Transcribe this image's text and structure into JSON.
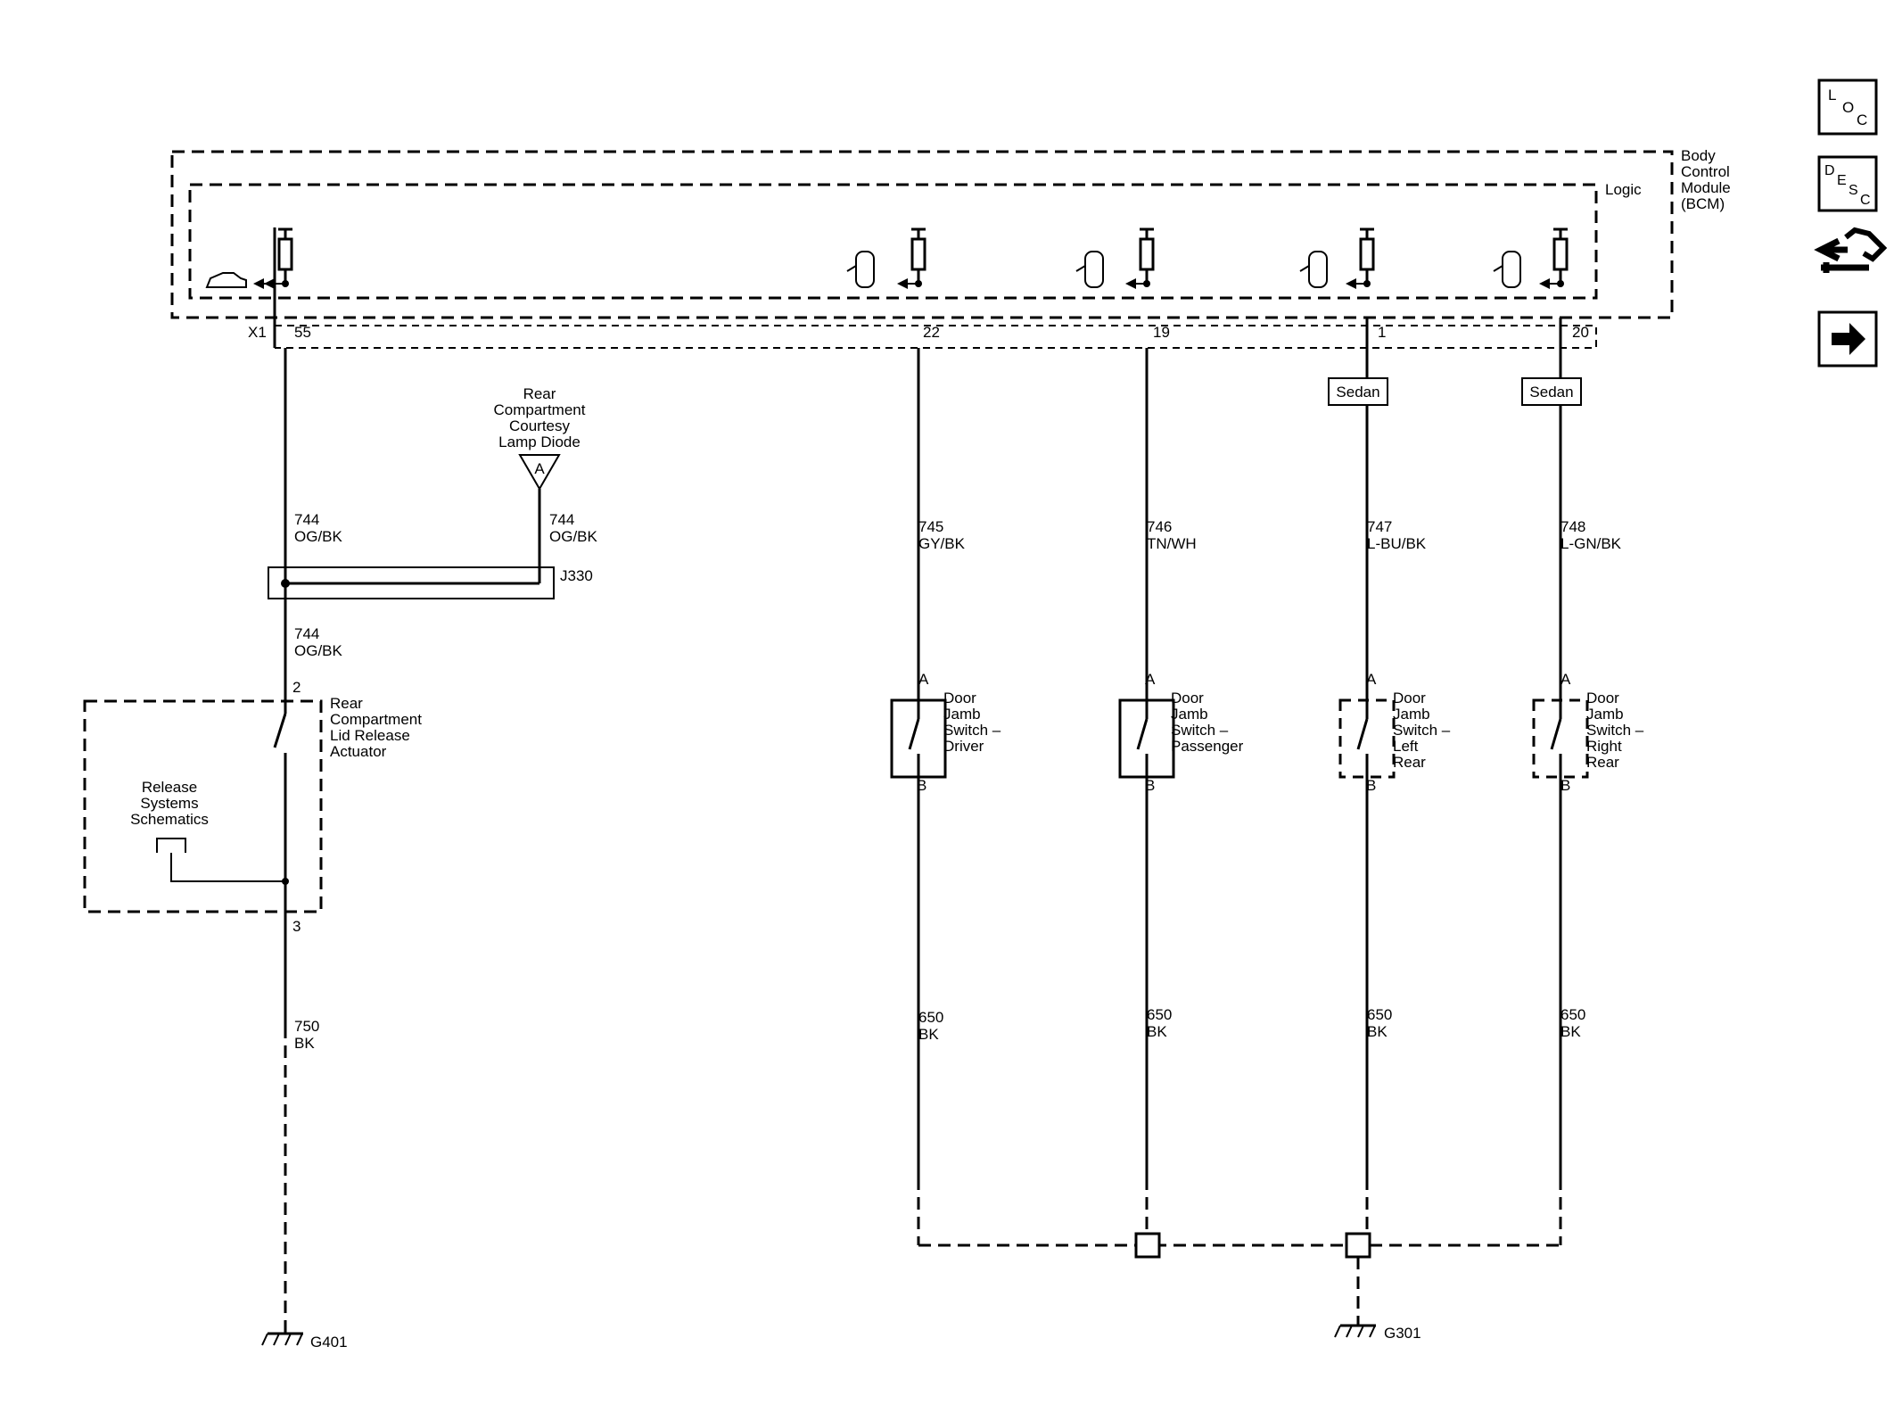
{
  "module": {
    "name_lines": [
      "Body",
      "Control",
      "Module",
      "(BCM)"
    ],
    "logic": "Logic",
    "connector": "X1"
  },
  "pins": [
    "55",
    "22",
    "19",
    "1",
    "20"
  ],
  "options": {
    "sedan_1": "Sedan",
    "sedan_2": "Sedan"
  },
  "diode": {
    "name_lines": [
      "Rear",
      "Compartment",
      "Courtesy",
      "Lamp Diode"
    ],
    "pin": "A"
  },
  "splice": "J330",
  "circuits": {
    "c744_a": {
      "num": "744",
      "color": "OG/BK"
    },
    "c744_b": {
      "num": "744",
      "color": "OG/BK"
    },
    "c744_c": {
      "num": "744",
      "color": "OG/BK"
    },
    "c745": {
      "num": "745",
      "color": "GY/BK"
    },
    "c746": {
      "num": "746",
      "color": "TN/WH"
    },
    "c747": {
      "num": "747",
      "color": "L-BU/BK"
    },
    "c748": {
      "num": "748",
      "color": "L-GN/BK"
    },
    "c750": {
      "num": "750",
      "color": "BK"
    },
    "c650_1": {
      "num": "650",
      "color": "BK"
    },
    "c650_2": {
      "num": "650",
      "color": "BK"
    },
    "c650_3": {
      "num": "650",
      "color": "BK"
    },
    "c650_4": {
      "num": "650",
      "color": "BK"
    }
  },
  "actuator": {
    "name_lines": [
      "Rear",
      "Compartment",
      "Lid Release",
      "Actuator"
    ],
    "pin_top": "2",
    "pin_bottom": "3",
    "ref_lines": [
      "Release",
      "Systems",
      "Schematics"
    ]
  },
  "switches": [
    {
      "name_lines": [
        "Door",
        "Jamb",
        "Switch –",
        "Driver"
      ],
      "pin_a": "A",
      "pin_b": "B"
    },
    {
      "name_lines": [
        "Door",
        "Jamb",
        "Switch –",
        "Passenger"
      ],
      "pin_a": "A",
      "pin_b": "B"
    },
    {
      "name_lines": [
        "Door",
        "Jamb",
        "Switch –",
        "Left",
        "Rear"
      ],
      "pin_a": "A",
      "pin_b": "B"
    },
    {
      "name_lines": [
        "Door",
        "Jamb",
        "Switch –",
        "Right",
        "Rear"
      ],
      "pin_a": "A",
      "pin_b": "B"
    }
  ],
  "grounds": {
    "g401": "G401",
    "g301": "G301"
  },
  "nav_icons": [
    {
      "letters": [
        "L",
        "O",
        "C"
      ],
      "icon": "location-icon"
    },
    {
      "letters": [
        "D",
        "E",
        "S",
        "C"
      ],
      "icon": "description-icon"
    },
    {
      "icon": "connector-repair-icon"
    },
    {
      "icon": "next-arrow-icon"
    }
  ]
}
